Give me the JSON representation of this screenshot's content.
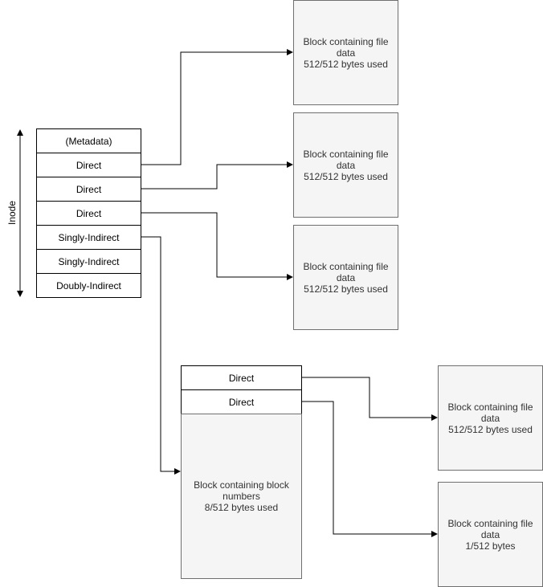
{
  "inode": {
    "label": "Inode",
    "entries": [
      "(Metadata)",
      "Direct",
      "Direct",
      "Direct",
      "Singly-Indirect",
      "Singly-Indirect",
      "Doubly-Indirect"
    ]
  },
  "data_blocks": [
    {
      "line1": "Block containing file",
      "line2": "data",
      "line3": "512/512 bytes used"
    },
    {
      "line1": "Block containing file",
      "line2": "data",
      "line3": "512/512 bytes used"
    },
    {
      "line1": "Block containing file",
      "line2": "data",
      "line3": "512/512 bytes used"
    },
    {
      "line1": "Block containing file",
      "line2": "data",
      "line3": "512/512 bytes used"
    },
    {
      "line1": "Block containing file",
      "line2": "data",
      "line3": "1/512 bytes"
    }
  ],
  "indirect_block": {
    "entries": [
      "Direct",
      "Direct"
    ],
    "line1": "Block containing block",
    "line2": "numbers",
    "line3": "8/512 bytes used"
  }
}
